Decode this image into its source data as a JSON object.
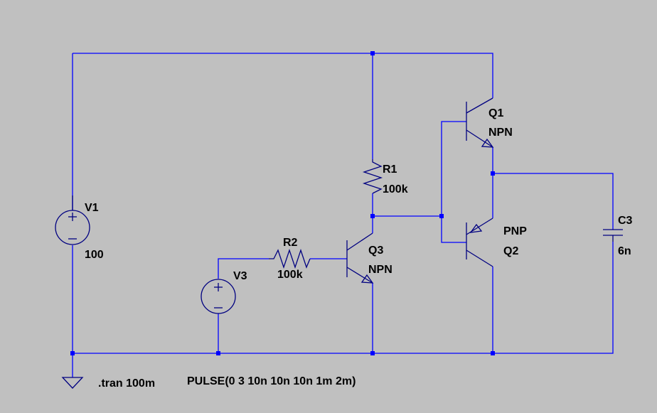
{
  "colors": {
    "background": "#c0c0c0",
    "wire": "#0000ff",
    "component": "#000080",
    "junction": "#0000ff",
    "text": "#000000"
  },
  "components": {
    "v1": {
      "name": "V1",
      "value": "100"
    },
    "v3": {
      "name": "V3"
    },
    "r1": {
      "name": "R1",
      "value": "100k"
    },
    "r2": {
      "name": "R2",
      "value": "100k"
    },
    "q1": {
      "name": "Q1",
      "model": "NPN"
    },
    "q2": {
      "name": "Q2",
      "model": "PNP"
    },
    "q3": {
      "name": "Q3",
      "model": "NPN"
    },
    "c3": {
      "name": "C3",
      "value": "6n"
    }
  },
  "directives": {
    "tran": ".tran 100m",
    "pulse": "PULSE(0 3 10n 10n 10n 1m 2m)"
  },
  "icons": [
    "ground-icon",
    "voltage-source-icon",
    "resistor-icon",
    "npn-transistor-icon",
    "pnp-transistor-icon",
    "capacitor-icon"
  ]
}
